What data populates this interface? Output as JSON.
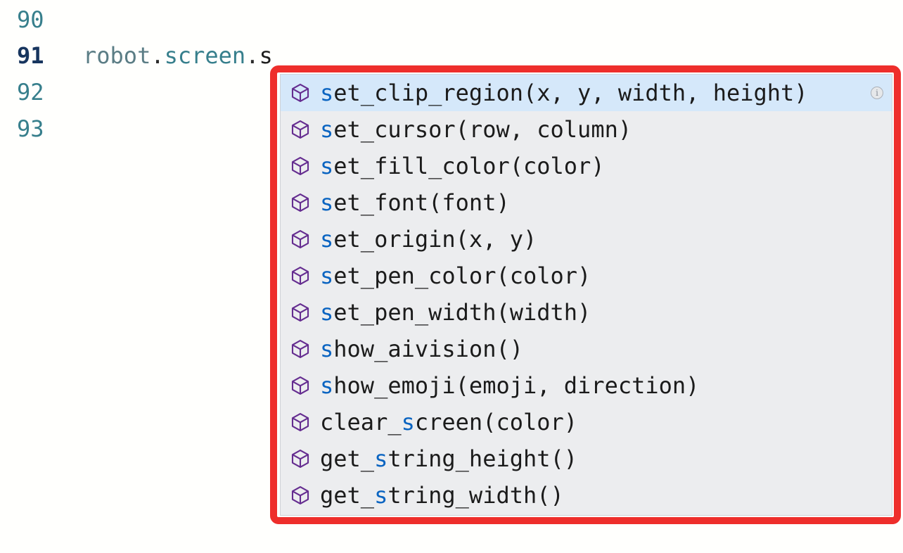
{
  "editor": {
    "gutter": [
      "90",
      "91",
      "92",
      "93"
    ],
    "active_line": "91",
    "line91": {
      "object": "robot",
      "dot1": ".",
      "property": "screen",
      "dot2": ".",
      "typed": "s"
    }
  },
  "autocomplete": {
    "items": [
      {
        "pre": "",
        "match": "s",
        "post": "et_clip_region(x, y, width, height)",
        "selected": true
      },
      {
        "pre": "",
        "match": "s",
        "post": "et_cursor(row, column)"
      },
      {
        "pre": "",
        "match": "s",
        "post": "et_fill_color(color)"
      },
      {
        "pre": "",
        "match": "s",
        "post": "et_font(font)"
      },
      {
        "pre": "",
        "match": "s",
        "post": "et_origin(x, y)"
      },
      {
        "pre": "",
        "match": "s",
        "post": "et_pen_color(color)"
      },
      {
        "pre": "",
        "match": "s",
        "post": "et_pen_width(width)"
      },
      {
        "pre": "",
        "match": "s",
        "post": "how_aivision()"
      },
      {
        "pre": "",
        "match": "s",
        "post": "how_emoji(emoji, direction)"
      },
      {
        "pre": "clear_",
        "match": "s",
        "post": "creen(color)"
      },
      {
        "pre": "get_",
        "match": "s",
        "post": "tring_height()"
      },
      {
        "pre": "get_",
        "match": "s",
        "post": "tring_width()"
      }
    ],
    "icon_name": "method-cube",
    "info_glyph": "i"
  },
  "colors": {
    "line_number": "#377f8c",
    "active_line_number": "#17355e",
    "code_object": "#5b7d85",
    "code_property": "#377f8c",
    "code_punctuation": "#2b2b2b",
    "match_highlight": "#0a64c1",
    "method_icon": "#652d90",
    "dropdown_background": "#ecedef",
    "selected_row_background": "#d5e8fa",
    "annotation_border": "#ee2e2b"
  }
}
